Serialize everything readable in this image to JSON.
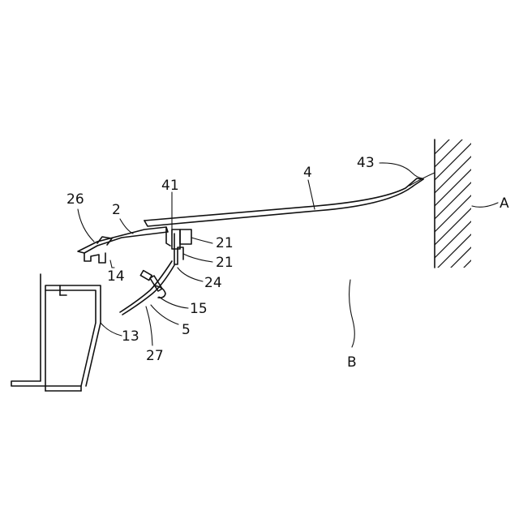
{
  "figure": {
    "labels": {
      "l4": "4",
      "l43": "43",
      "lA": "A",
      "l41": "41",
      "l26": "26",
      "l2": "2",
      "l21a": "21",
      "l21b": "21",
      "l14": "14",
      "l24": "24",
      "l15": "15",
      "l5": "5",
      "l13": "13",
      "l27": "27",
      "lB": "B"
    }
  }
}
